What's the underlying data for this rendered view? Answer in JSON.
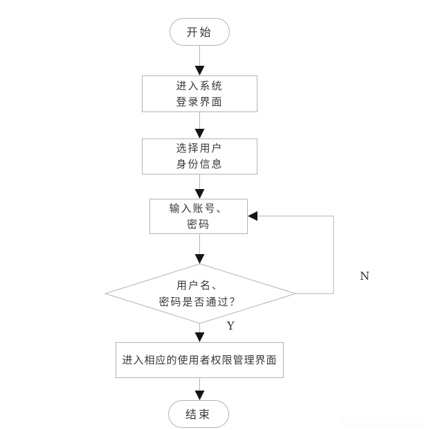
{
  "diagram": {
    "title": "login-flowchart",
    "colors": {
      "connector": "#b3b3b3",
      "arrowhead": "#161616",
      "node_border": "#b3b3b3",
      "node_fill": "#ffffff",
      "text": "#383838",
      "background": "#ffffff"
    },
    "nodes": {
      "start": {
        "type": "terminator",
        "label": "开始"
      },
      "enter_login": {
        "type": "process",
        "line1": "进入系统",
        "line2": "登录界面"
      },
      "select_identity": {
        "type": "process",
        "line1": "选择用户",
        "line2": "身份信息"
      },
      "input_account": {
        "type": "process",
        "line1": "输入账号、",
        "line2": "密码"
      },
      "verify": {
        "type": "decision",
        "line1": "用户名、",
        "line2": "密码是否通过？"
      },
      "enter_admin": {
        "type": "process",
        "label": "进入相应的使用者权限管理界面"
      },
      "end": {
        "type": "terminator",
        "label": "结束"
      }
    },
    "edge_labels": {
      "yes": "Y",
      "no": "N"
    }
  }
}
